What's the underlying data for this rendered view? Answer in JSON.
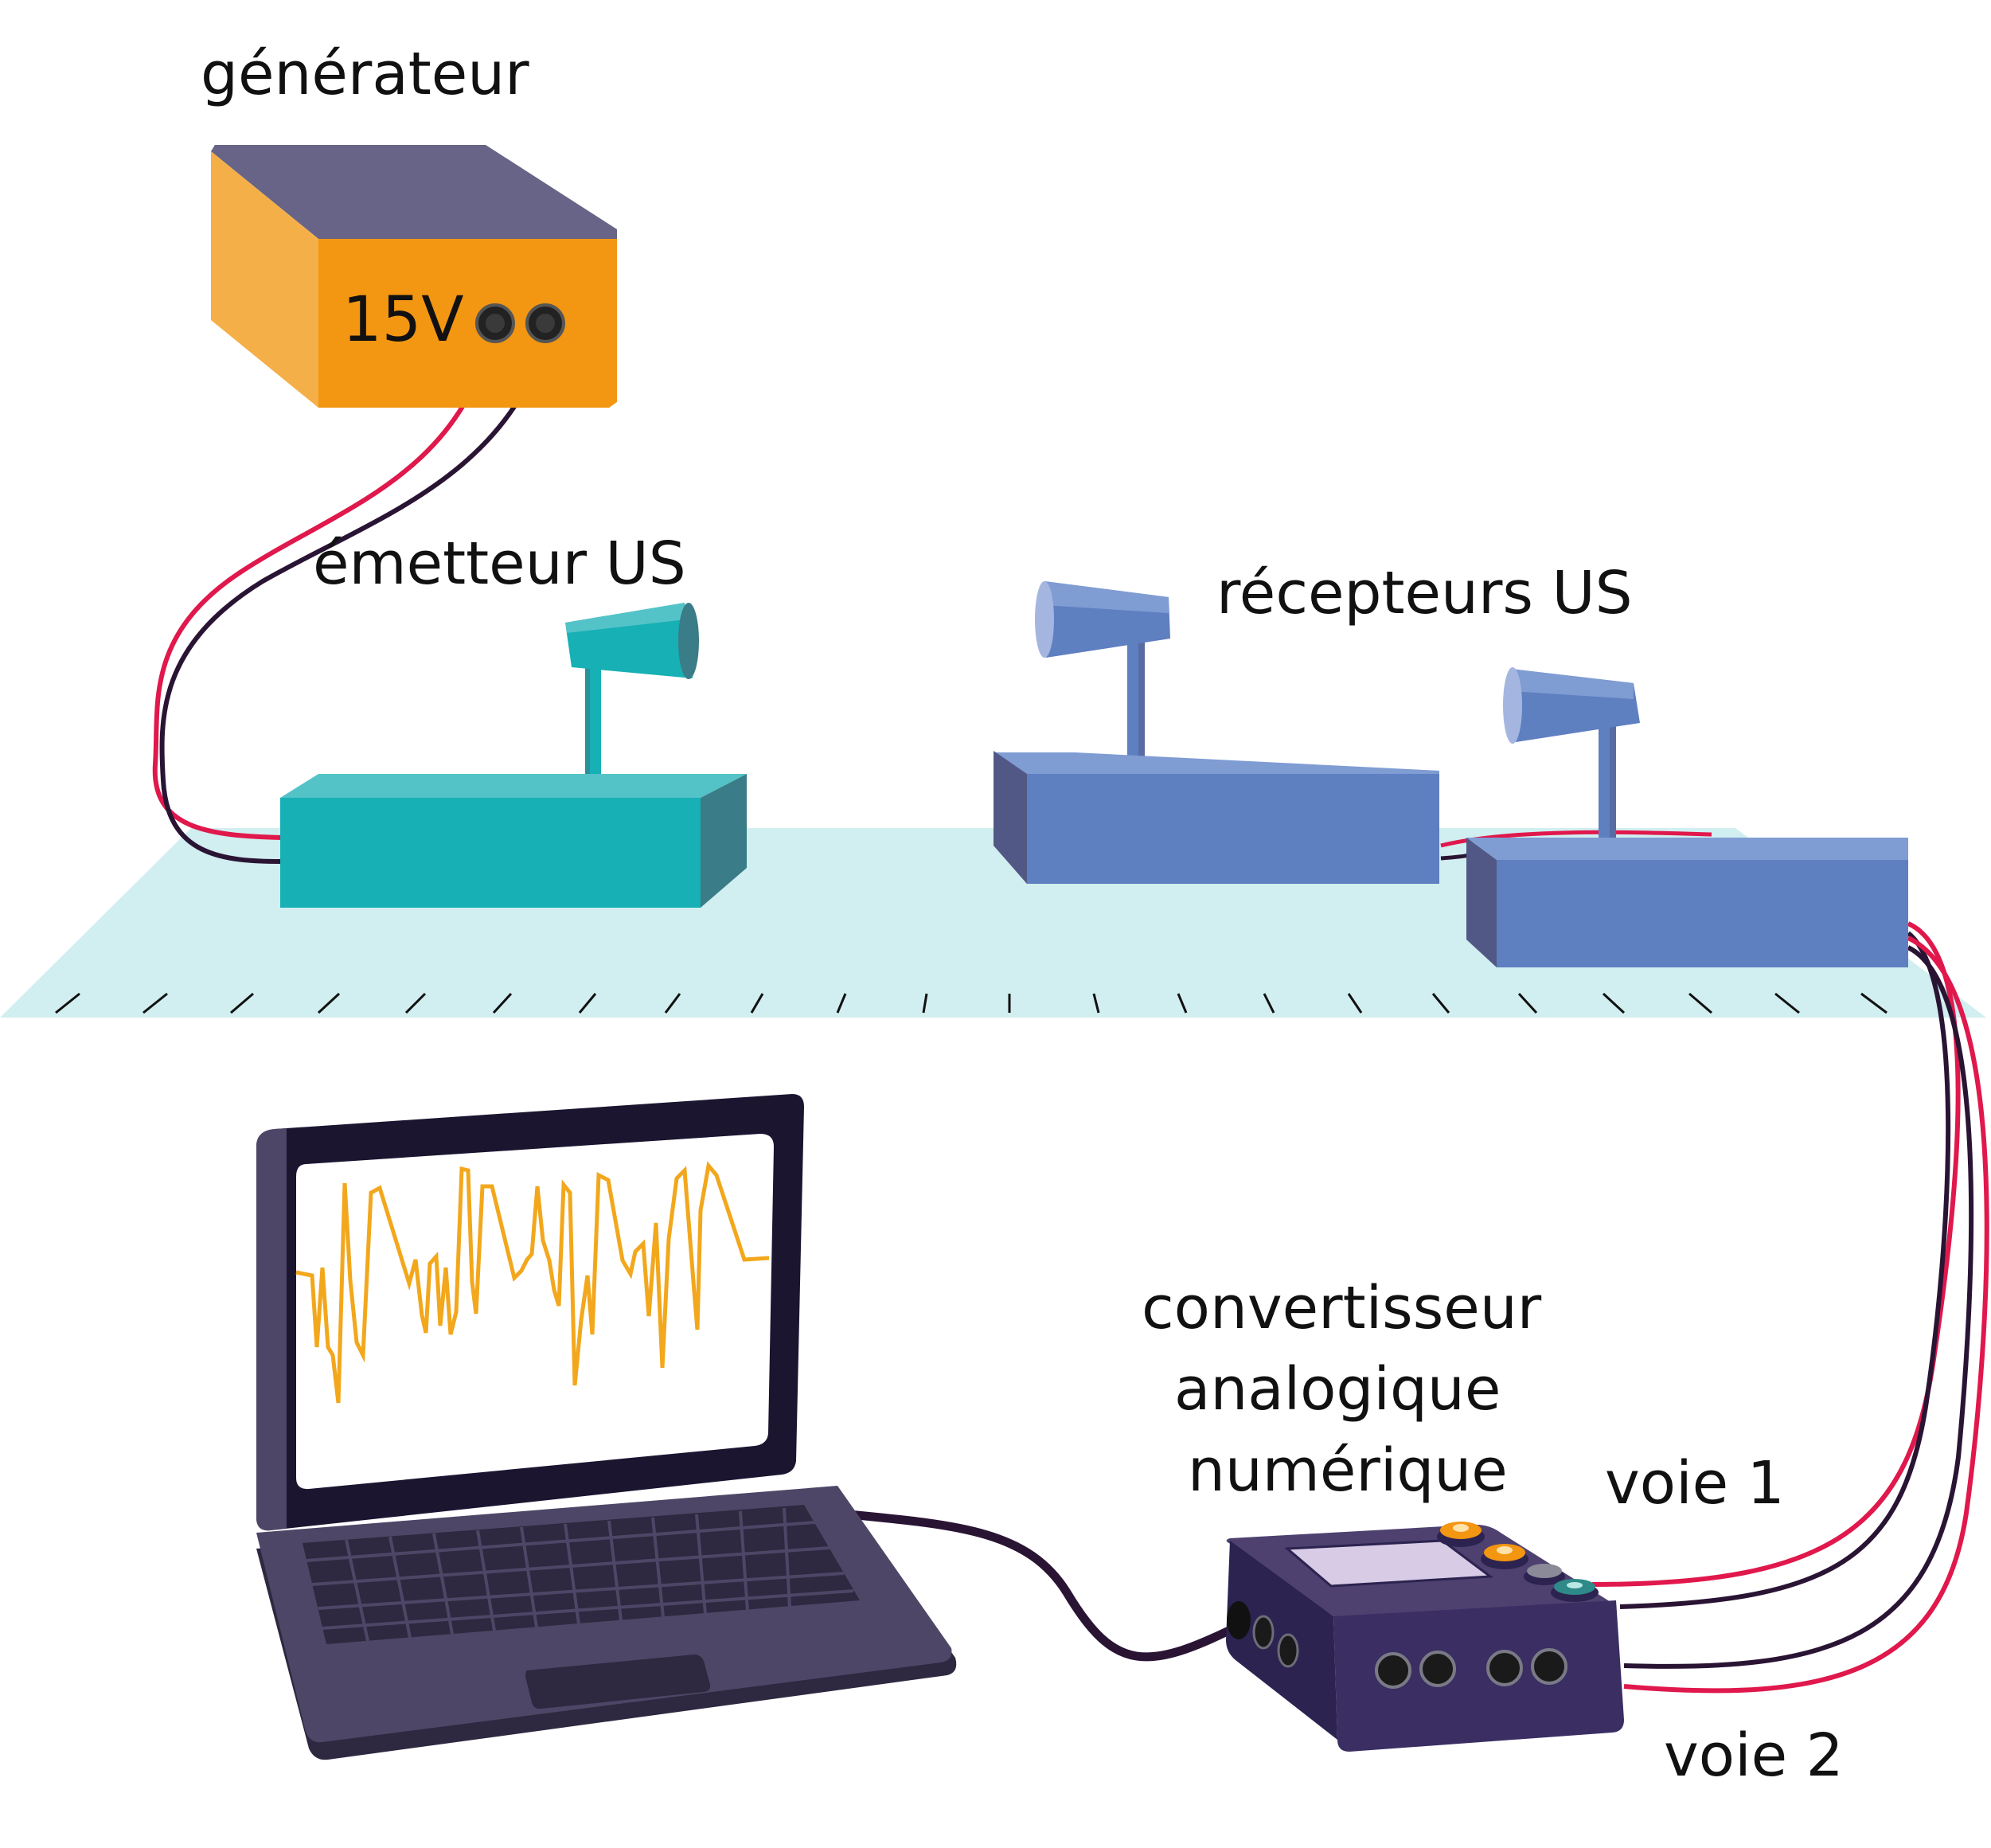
{
  "labels": {
    "generator": "générateur",
    "generator_voltage": "15V",
    "emitter": "émetteur US",
    "receivers": "récepteurs US",
    "converter_line1": "convertisseur",
    "converter_line2": "analogique",
    "converter_line3": "numérique",
    "channel1": "voie 1",
    "channel2": "voie 2"
  },
  "colors": {
    "generator_body": "#F39612",
    "generator_side": "#F5AF48",
    "generator_top": "#676487",
    "emitter": "#16B0B5",
    "emitter_side": "#3A7C87",
    "emitter_top": "#53C3C8",
    "receiver": "#5E7FC0",
    "receiver_side": "#525885",
    "receiver_top": "#7F9CD3",
    "bench": "#D1EEF0",
    "wire_red": "#E0184C",
    "wire_dark": "#2A1434",
    "converter": "#3A2E63",
    "laptop_frame": "#1B1530",
    "laptop_base": "#4E4666",
    "signal": "#F2A71C"
  },
  "icons": {
    "generator": "power-supply-icon",
    "emitter": "ultrasonic-emitter-icon",
    "receiver": "ultrasonic-receiver-icon",
    "converter": "adc-interface-icon",
    "laptop": "laptop-icon"
  }
}
